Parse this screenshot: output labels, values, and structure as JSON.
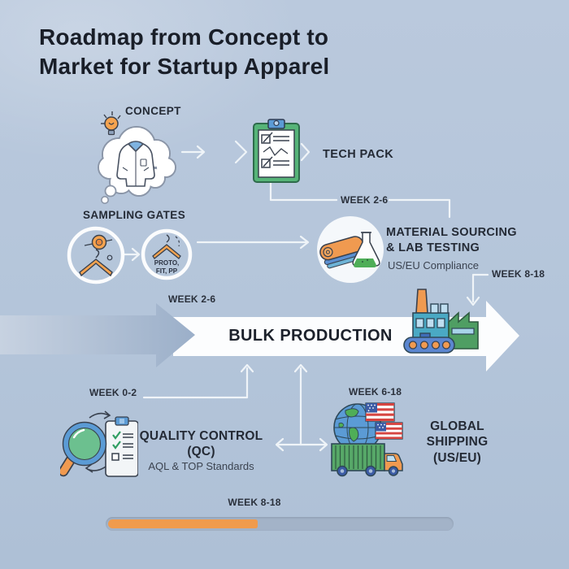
{
  "title": "Roadmap from Concept to Market for Startup Apparel",
  "concept": {
    "label": "CONCEPT"
  },
  "tech_pack": {
    "label": "TECH PACK",
    "week": "WEEK 2-6"
  },
  "sampling": {
    "label": "SAMPLING GATES",
    "gate_line1": "PROTO,",
    "gate_line2": "FIT, PP"
  },
  "material": {
    "line1": "MATERIAL SOURCING",
    "line2": "& LAB TESTING",
    "subtitle": "US/EU Compliance",
    "week": "WEEK 8-18"
  },
  "bulk": {
    "label": "BULK PRODUCTION",
    "week": "WEEK 2-6"
  },
  "qc": {
    "label": "QUALITY CONTROL (QC)",
    "subtitle": "AQL & TOP Standards",
    "week": "WEEK 0-2"
  },
  "shipping": {
    "line1": "GLOBAL SHIPPING",
    "line2": "(US/EU)",
    "week": "WEEK 6-18"
  },
  "timeline": {
    "week": "WEEK 8-18",
    "progress_pct": 43
  },
  "icons": {
    "concept": "thought-bubble-jacket-icon",
    "idea": "lightbulb-icon",
    "tech_pack": "clipboard-checklist-icon",
    "sampling_gate_1": "hanger-button-icon",
    "sampling_gate_2": "hanger-icon",
    "material": "fabric-roll-flask-icon",
    "bulk": "factory-icon",
    "qc": "magnifier-checklist-icon",
    "shipping": "globe-flags-truck-icon"
  },
  "colors": {
    "background": "#b6c6da",
    "accent_orange": "#f09b4d",
    "band_white": "#fcfdfe",
    "track_grey": "#a4b2c6",
    "green": "#56b478",
    "teal": "#4aa9c4",
    "blue": "#5b9bd5",
    "text_dark": "#242a35"
  }
}
